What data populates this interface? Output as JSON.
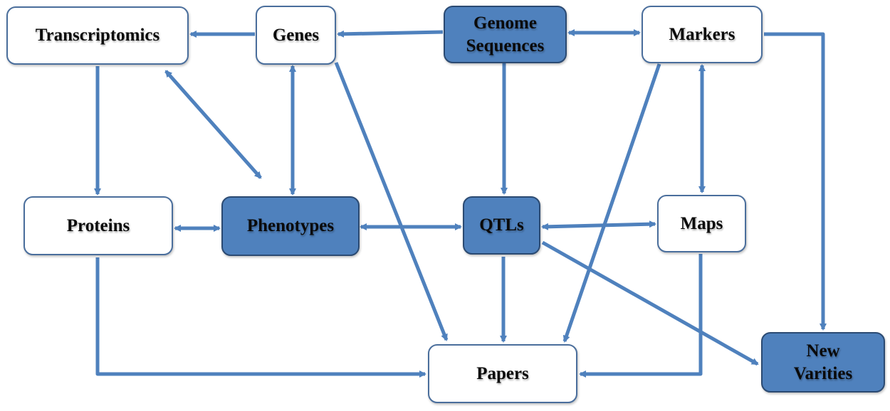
{
  "colors": {
    "arrow": "#4f81bd",
    "dark_node_fill": "#4f81bd",
    "light_node_fill": "#ffffff",
    "node_border": "#4a6e9c"
  },
  "nodes": {
    "transcriptomics": "Transcriptomics",
    "genes": "Genes",
    "genome_sequences": "Genome\nSequences",
    "markers": "Markers",
    "proteins": "Proteins",
    "phenotypes": "Phenotypes",
    "qtls": "QTLs",
    "maps": "Maps",
    "papers": "Papers",
    "new_varities": "New\nVarities"
  },
  "edges": [
    {
      "from": "Genes",
      "to": "Transcriptomics",
      "direction": "one-way"
    },
    {
      "from": "Genome Sequences",
      "to": "Genes",
      "direction": "one-way"
    },
    {
      "from": "Genome Sequences",
      "to": "Markers",
      "direction": "two-way"
    },
    {
      "from": "Markers",
      "to": "New Varities",
      "direction": "one-way"
    },
    {
      "from": "Transcriptomics",
      "to": "Proteins",
      "direction": "one-way"
    },
    {
      "from": "Transcriptomics",
      "to": "Phenotypes",
      "direction": "two-way"
    },
    {
      "from": "Genes",
      "to": "Phenotypes",
      "direction": "two-way"
    },
    {
      "from": "Genes",
      "to": "Papers",
      "direction": "one-way"
    },
    {
      "from": "Genome Sequences",
      "to": "QTLs",
      "direction": "one-way"
    },
    {
      "from": "Markers",
      "to": "Papers",
      "direction": "one-way"
    },
    {
      "from": "Markers",
      "to": "Maps",
      "direction": "two-way"
    },
    {
      "from": "Proteins",
      "to": "Phenotypes",
      "direction": "two-way"
    },
    {
      "from": "Phenotypes",
      "to": "QTLs",
      "direction": "two-way"
    },
    {
      "from": "QTLs",
      "to": "Maps",
      "direction": "two-way"
    },
    {
      "from": "QTLs",
      "to": "Papers",
      "direction": "one-way"
    },
    {
      "from": "QTLs",
      "to": "New Varities",
      "direction": "one-way"
    },
    {
      "from": "Proteins",
      "to": "Papers",
      "direction": "one-way"
    },
    {
      "from": "Maps",
      "to": "Papers",
      "direction": "one-way"
    }
  ]
}
